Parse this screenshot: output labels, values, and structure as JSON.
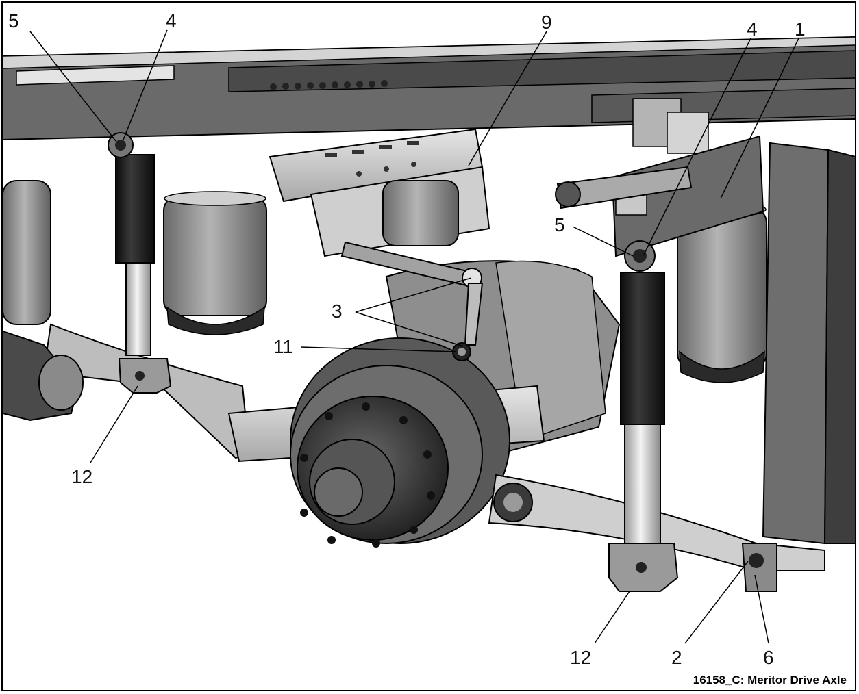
{
  "figure": {
    "caption": "16158_C: Meritor Drive Axle",
    "callouts": {
      "c1": "1",
      "c2": "2",
      "c3": "3",
      "c4a": "4",
      "c4b": "4",
      "c5a": "5",
      "c5b": "5",
      "c6": "6",
      "c9": "9",
      "c11": "11",
      "c12a": "12",
      "c12b": "12"
    }
  },
  "colors": {
    "frame_dark": "#4a4a4a",
    "frame_mid": "#7d7d7d",
    "frame_light": "#c8c8c8",
    "shock_dark": "#1e1e1e",
    "shock_light": "#d9d9d9",
    "airbag": "#8f8f8f",
    "hub": "#3c3c3c"
  }
}
